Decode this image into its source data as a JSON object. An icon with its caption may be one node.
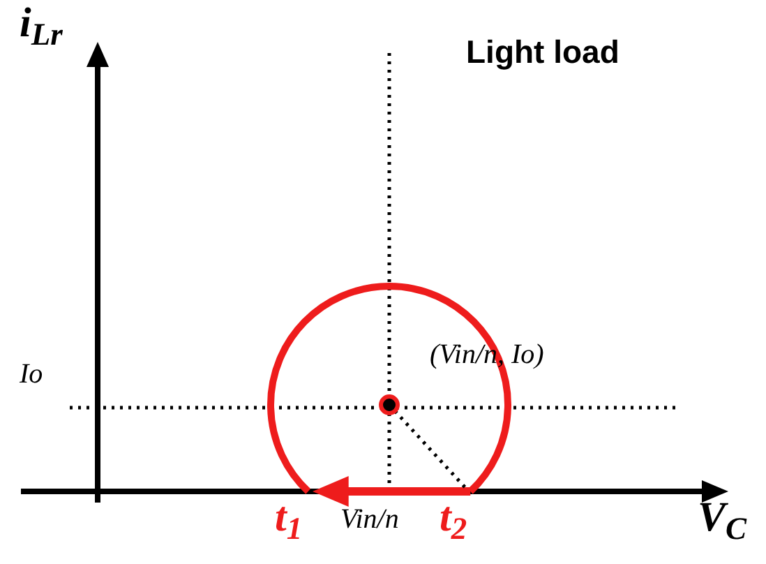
{
  "diagram": {
    "title": "Light load",
    "labels": [
      "i$_{Lr}$",
      "Io",
      "(Vin/n, Io)",
      "Vin/n",
      "t$_{1}$",
      "t$_{2}$",
      "V$_{C}$"
    ]
  }
}
